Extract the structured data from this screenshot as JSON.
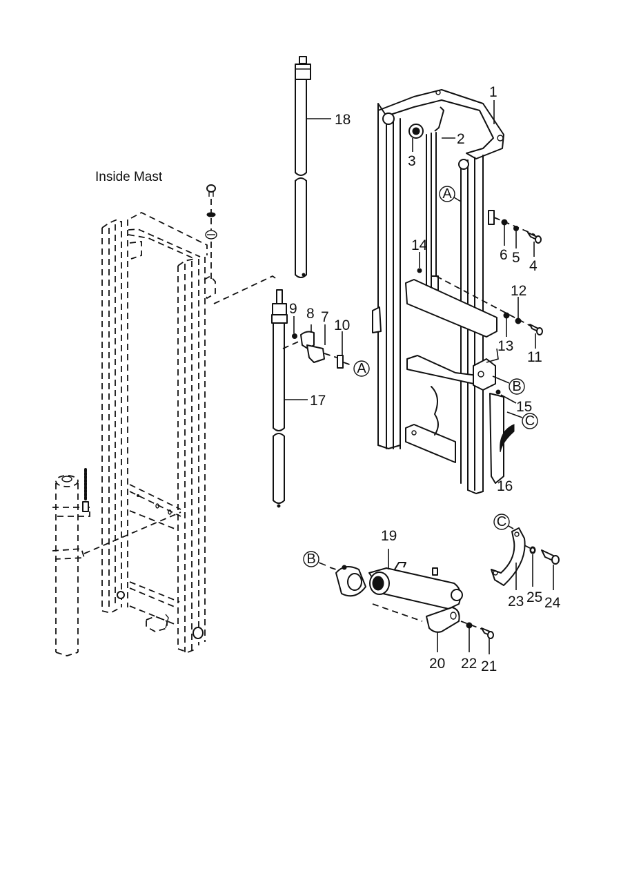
{
  "title": "Inside Mast",
  "part_labels": [
    {
      "id": "1",
      "text": "1"
    },
    {
      "id": "2",
      "text": "2"
    },
    {
      "id": "3",
      "text": "3"
    },
    {
      "id": "4",
      "text": "4"
    },
    {
      "id": "5",
      "text": "5"
    },
    {
      "id": "6",
      "text": "6"
    },
    {
      "id": "7",
      "text": "7"
    },
    {
      "id": "8",
      "text": "8"
    },
    {
      "id": "9",
      "text": "9"
    },
    {
      "id": "10",
      "text": "10"
    },
    {
      "id": "11",
      "text": "11"
    },
    {
      "id": "12",
      "text": "12"
    },
    {
      "id": "13",
      "text": "13"
    },
    {
      "id": "14",
      "text": "14"
    },
    {
      "id": "15",
      "text": "15"
    },
    {
      "id": "16",
      "text": "16"
    },
    {
      "id": "17",
      "text": "17"
    },
    {
      "id": "18",
      "text": "18"
    },
    {
      "id": "19",
      "text": "19"
    },
    {
      "id": "20",
      "text": "20"
    },
    {
      "id": "21",
      "text": "21"
    },
    {
      "id": "22",
      "text": "22"
    },
    {
      "id": "23",
      "text": "23"
    },
    {
      "id": "24",
      "text": "24"
    },
    {
      "id": "25",
      "text": "25"
    }
  ],
  "callouts": {
    "A": "A",
    "B": "B",
    "C": "C"
  }
}
